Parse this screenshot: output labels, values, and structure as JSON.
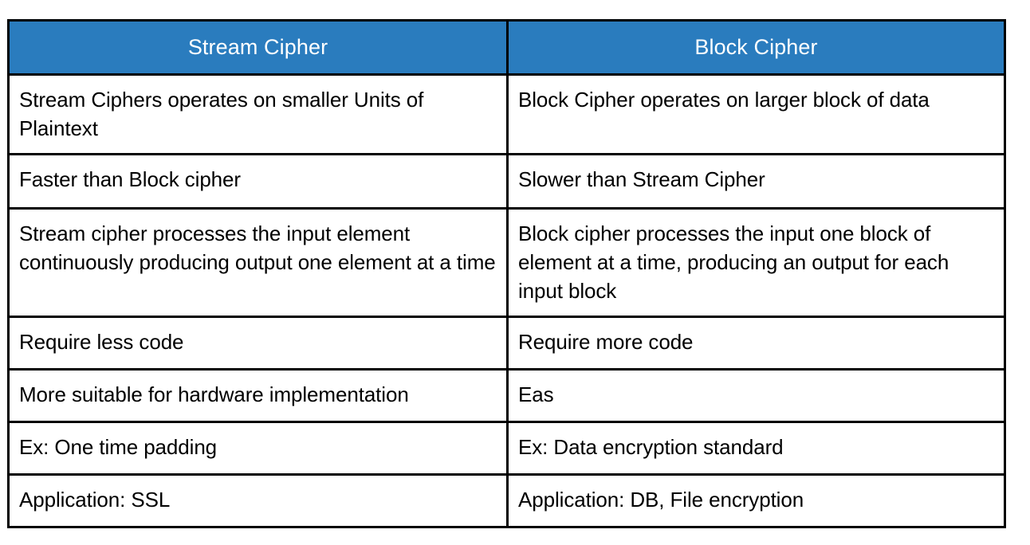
{
  "table": {
    "title": "Stream Cipher vs Block Cipher comparison",
    "header_background": "#2A7CBE",
    "header_text_color": "#FFFFFF",
    "border_color": "#000000",
    "body_text_color": "#000000",
    "columns": [
      {
        "label": "Stream Cipher"
      },
      {
        "label": "Block Cipher"
      }
    ],
    "rows": [
      {
        "left": "Stream Ciphers operates on smaller Units of Plaintext",
        "right": "Block Cipher operates on larger block of data"
      },
      {
        "left": "Faster than Block cipher",
        "right": "Slower than Stream Cipher"
      },
      {
        "left": "Stream cipher processes the input element continuously producing output one element at a time",
        "right": "Block cipher processes the input one block of element at a time, producing an output for each input block"
      },
      {
        "left": "Require less code",
        "right": "Require more code"
      },
      {
        "left": "More suitable for hardware implementation",
        "right": "Eas"
      },
      {
        "left": "Ex: One time padding",
        "right": "Ex: Data encryption standard"
      },
      {
        "left": "Application: SSL",
        "right": "Application: DB, File encryption"
      }
    ]
  }
}
